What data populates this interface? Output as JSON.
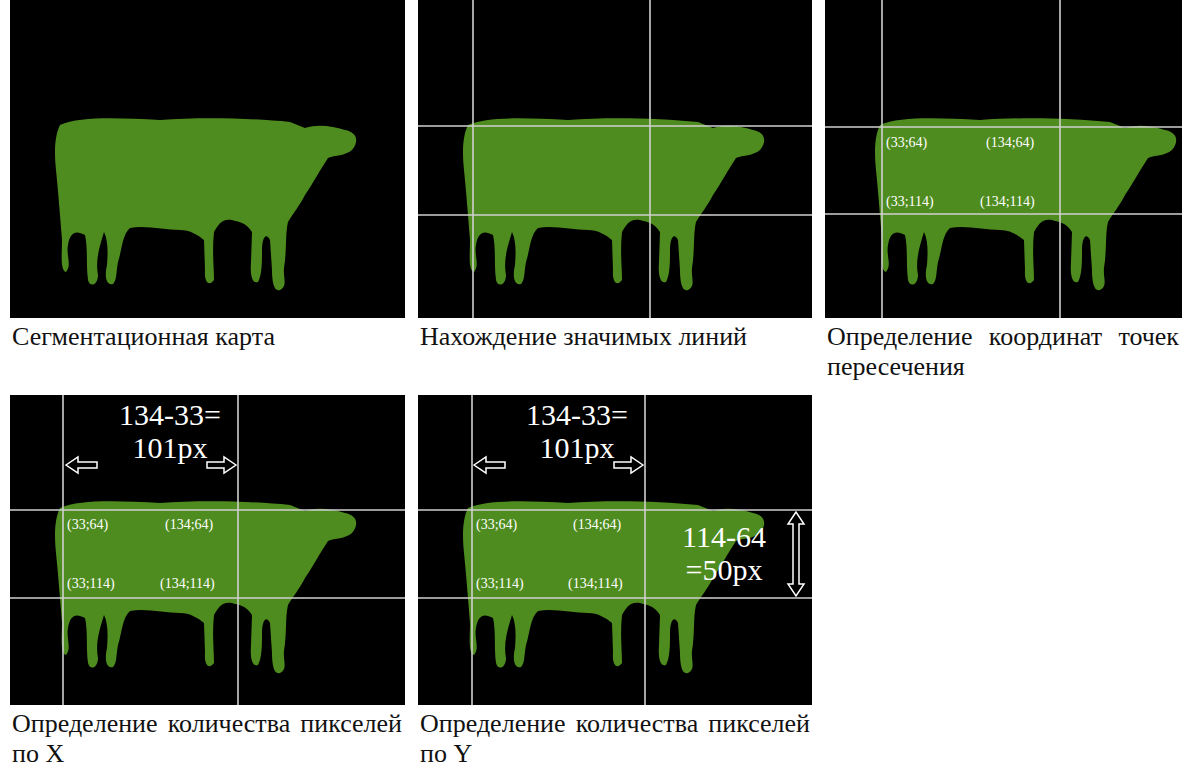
{
  "diagram": {
    "labels": [
      "Сегментационная карта",
      "Нахождение значимых линий",
      "(33;64)",
      "(134;64)",
      "(33;114)",
      "(134;114)",
      "Определение координат точек пересечения",
      "134-33= 101px",
      "(33;64)",
      "(134;64)",
      "(33;114)",
      "(134;114)",
      "Определение количества пикселей по X",
      "134-33= 101px",
      "(33;64)",
      "(134;64)",
      "(33;114)",
      "(134;114)",
      "114-64 =50px",
      "Определение количества пикселей по Y"
    ]
  }
}
